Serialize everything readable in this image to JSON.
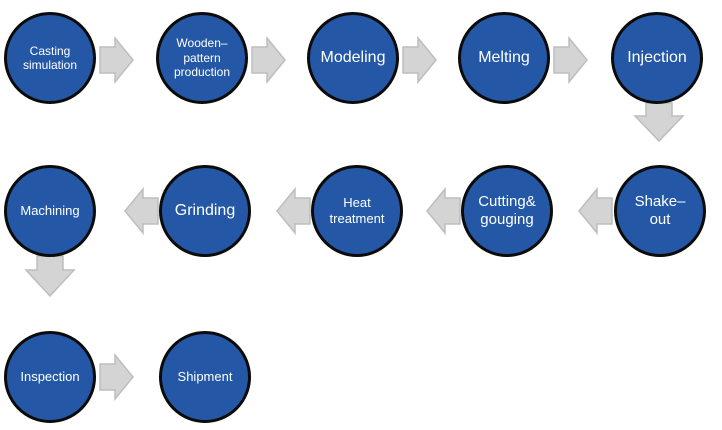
{
  "colors": {
    "node_fill": "#2458a6",
    "node_border": "#0b0b0b",
    "node_text": "#ffffff",
    "arrow_fill": "#d4d4d4",
    "arrow_stroke": "#bdbdbd"
  },
  "steps": [
    "Casting\nsimulation",
    "Wooden–\npattern\nproduction",
    "Modeling",
    "Melting",
    "Injection",
    "Shake–\nout",
    "Cutting&\ngouging",
    "Heat\ntreatment",
    "Grinding",
    "Machining",
    "Inspection",
    "Shipment"
  ]
}
